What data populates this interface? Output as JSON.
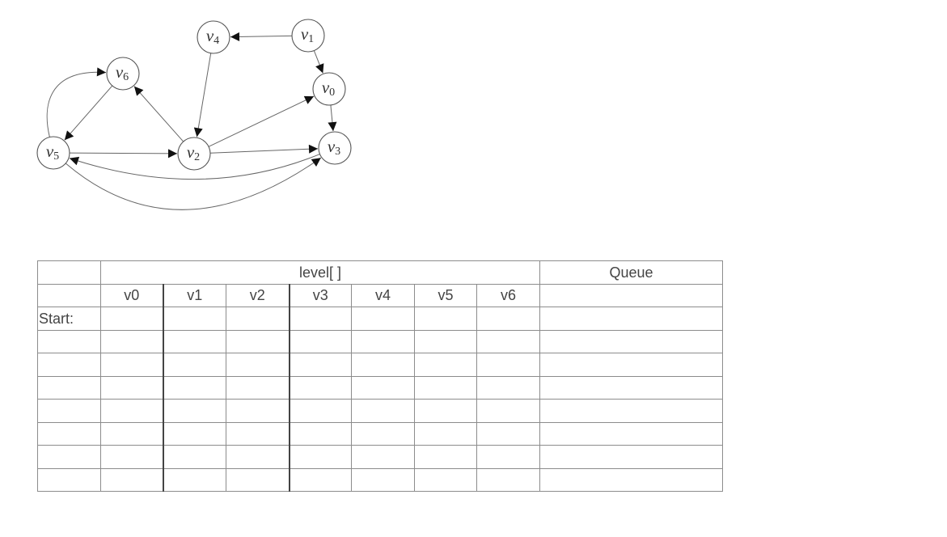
{
  "graph": {
    "nodes": [
      {
        "id": "v0",
        "letter": "v",
        "sub": "0"
      },
      {
        "id": "v1",
        "letter": "v",
        "sub": "1"
      },
      {
        "id": "v2",
        "letter": "v",
        "sub": "2"
      },
      {
        "id": "v3",
        "letter": "v",
        "sub": "3"
      },
      {
        "id": "v4",
        "letter": "v",
        "sub": "4"
      },
      {
        "id": "v5",
        "letter": "v",
        "sub": "5"
      },
      {
        "id": "v6",
        "letter": "v",
        "sub": "6"
      }
    ],
    "edges": [
      {
        "from": "v1",
        "to": "v4"
      },
      {
        "from": "v1",
        "to": "v0"
      },
      {
        "from": "v4",
        "to": "v2"
      },
      {
        "from": "v2",
        "to": "v6"
      },
      {
        "from": "v2",
        "to": "v0"
      },
      {
        "from": "v2",
        "to": "v3"
      },
      {
        "from": "v0",
        "to": "v3"
      },
      {
        "from": "v6",
        "to": "v5"
      },
      {
        "from": "v5",
        "to": "v6"
      },
      {
        "from": "v5",
        "to": "v2"
      },
      {
        "from": "v3",
        "to": "v5"
      },
      {
        "from": "v5",
        "to": "v3"
      }
    ]
  },
  "table": {
    "level_header": "level[ ]",
    "queue_header": "Queue",
    "columns": [
      "v0",
      "v1",
      "v2",
      "v3",
      "v4",
      "v5",
      "v6"
    ],
    "start_label": "Start:"
  }
}
